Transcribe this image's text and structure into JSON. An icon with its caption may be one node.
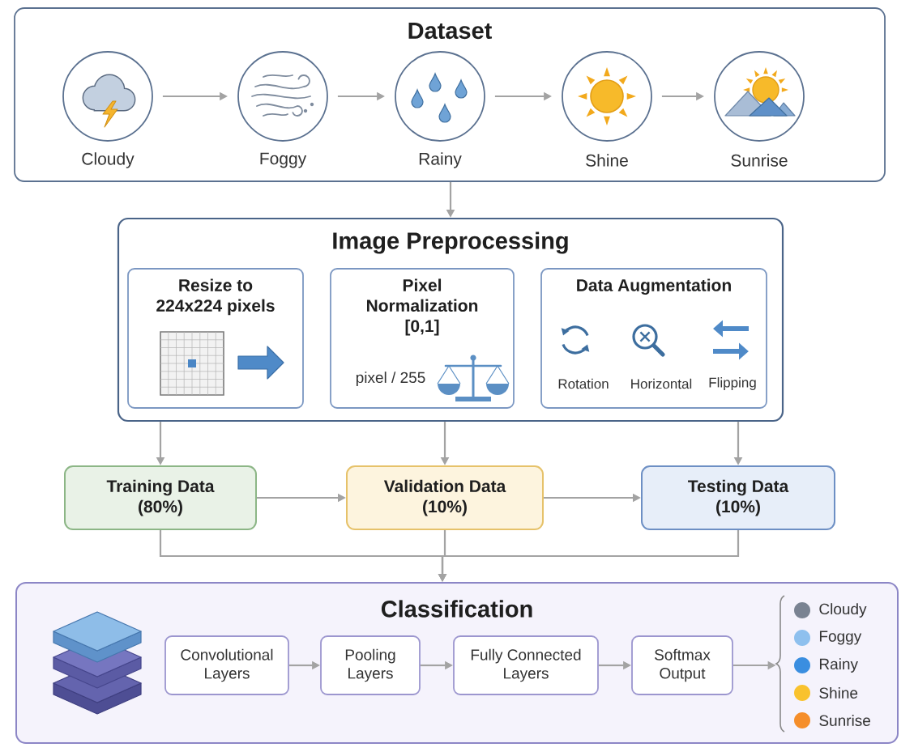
{
  "diagram": {
    "nodes": [
      {
        "text": [
          "Dataset"
        ]
      },
      {
        "text": [
          "Cloudy"
        ],
        "in": 0
      },
      {
        "text": [
          "Foggy"
        ],
        "in": 0
      },
      {
        "text": [
          "Rainy"
        ],
        "in": 0
      },
      {
        "text": [
          "Shine"
        ],
        "in": 0
      },
      {
        "text": [
          "Sunrise"
        ],
        "in": 0
      },
      {
        "text": [
          "Image Preprocessing"
        ]
      },
      {
        "text": [
          "Resize to 224x224 pixels"
        ],
        "in": 6
      },
      {
        "text": [
          "Pixel Normalization [0,1]",
          "pixel / 255"
        ],
        "in": 6
      },
      {
        "text": [
          "Data Augmentation",
          "Rotation",
          "Horizontal",
          "Flipping"
        ],
        "in": 6
      },
      {
        "text": [
          "Training Data (80%)"
        ]
      },
      {
        "text": [
          "Validation Data (10%)"
        ]
      },
      {
        "text": [
          "Testing Data (10%)"
        ]
      },
      {
        "text": [
          "Classification"
        ]
      },
      {
        "text": [
          "Convolutional Layers"
        ],
        "in": 13
      },
      {
        "text": [
          "Pooling Layers"
        ],
        "in": 13
      },
      {
        "text": [
          "Fully Connected Layers"
        ],
        "in": 13
      },
      {
        "text": [
          "Softmax Output"
        ],
        "in": 13
      },
      {
        "text": [
          "Cloudy",
          "Foggy",
          "Rainy",
          "Shine",
          "Sunrise"
        ],
        "in": 13
      }
    ],
    "edges": [
      {
        "from": 1,
        "to": 2,
        "arrow": "to"
      },
      {
        "from": 2,
        "to": 3,
        "arrow": "to"
      },
      {
        "from": 3,
        "to": 4,
        "arrow": "to"
      },
      {
        "from": 4,
        "to": 5,
        "arrow": "to"
      },
      {
        "from": 0,
        "to": 6,
        "arrow": "to"
      },
      {
        "from": 6,
        "to": 10,
        "arrow": "to"
      },
      {
        "from": 6,
        "to": 11,
        "arrow": "to"
      },
      {
        "from": 6,
        "to": 12,
        "arrow": "to"
      },
      {
        "from": 10,
        "to": 11,
        "arrow": "to"
      },
      {
        "from": 11,
        "to": 12,
        "arrow": "to"
      },
      {
        "from": 10,
        "to": 13,
        "arrow": "to"
      },
      {
        "from": 11,
        "to": 13,
        "arrow": "to"
      },
      {
        "from": 12,
        "to": 13,
        "arrow": "to"
      },
      {
        "from": 14,
        "to": 15,
        "arrow": "to"
      },
      {
        "from": 15,
        "to": 16,
        "arrow": "to"
      },
      {
        "from": 16,
        "to": 17,
        "arrow": "to"
      },
      {
        "from": 17,
        "to": 18,
        "arrow": "to"
      }
    ]
  }
}
